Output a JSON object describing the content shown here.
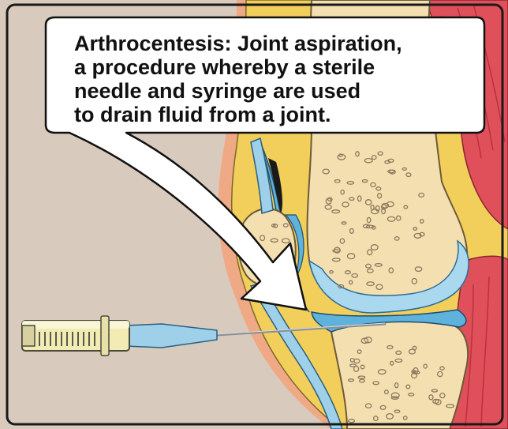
{
  "caption": {
    "lines": [
      "Arthrocentesis: Joint aspiration,",
      "a procedure whereby a sterile",
      "needle and syringe are used",
      "to drain fluid from a joint."
    ]
  },
  "colors": {
    "background": "#d8cbbd",
    "border": "#1a1a1a",
    "bone": "#f4dfb0",
    "bone_spots": "#8c7a5e",
    "fat": "#f2cf5a",
    "fat_outline": "#7a6a2a",
    "synovial_fluid": "#5fb2dc",
    "fluid_light": "#a9d8ef",
    "muscle": "#e0505a",
    "muscle_dark": "#b8323e",
    "skin": "#f0a985",
    "syringe_barrel": "#f3ebb4",
    "syringe_hub": "#9fd0ea",
    "needle": "#8a8f94",
    "callout_fill": "#ffffff"
  },
  "icons": {
    "callout_arrow": "callout-arrow",
    "syringe": "syringe-icon"
  }
}
